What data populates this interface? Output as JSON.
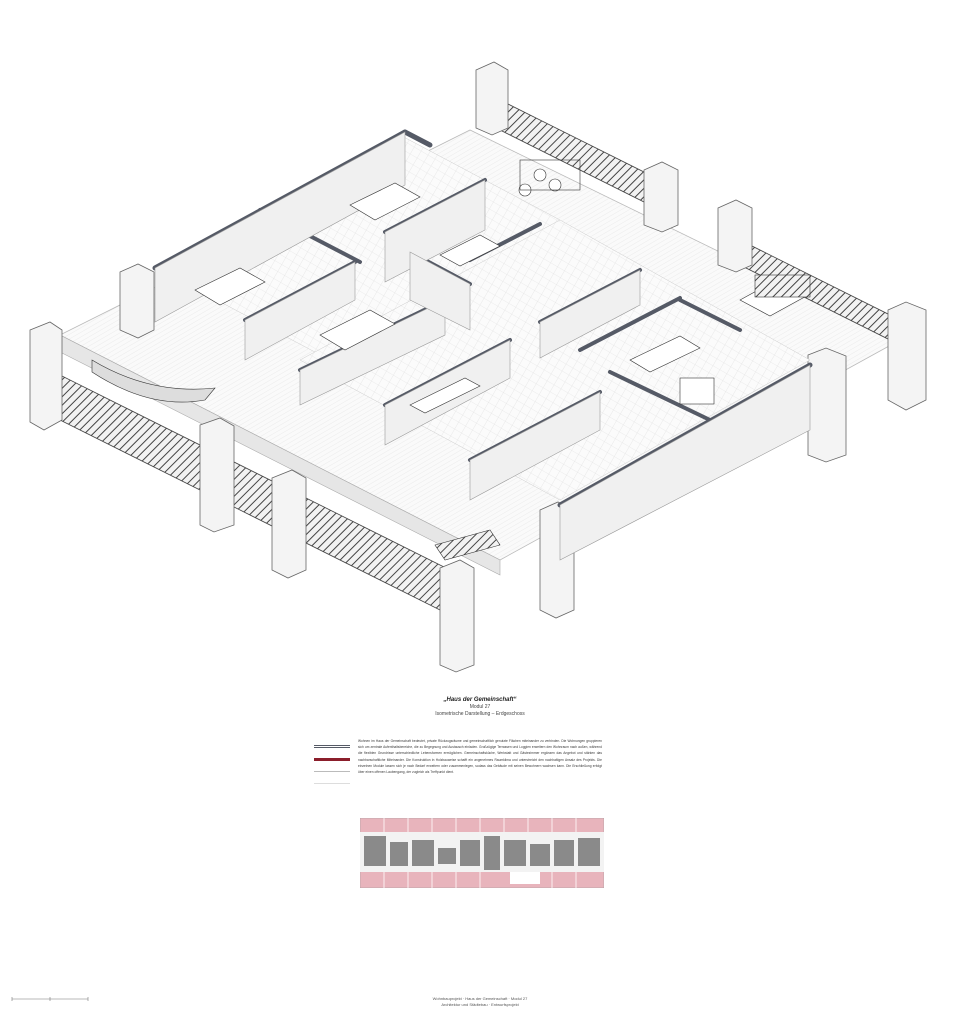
{
  "sheet": {
    "title": "„Haus der Gemeinschaft“",
    "subtitle": "Modul 27",
    "caption": "Isometrische Darstellung – Erdgeschoss",
    "description": "Wohnen im Haus der Gemeinschaft bedeutet, private Rückzugsräume und gemeinschaftlich genutzte Flächen miteinander zu verbinden. Die Wohnungen gruppieren sich um zentrale Aufenthaltsbereiche, die zu Begegnung und Austausch einladen. Großzügige Terrassen und Loggien erweitern den Wohnraum nach außen, während die flexiblen Grundrisse unterschiedliche Lebensformen ermöglichen. Gemeinschaftsküche, Werkstatt und Gästezimmer ergänzen das Angebot und stärken das nachbarschaftliche Miteinander. Die Konstruktion in Holzbauweise schafft ein angenehmes Raumklima und unterstreicht den nachhaltigen Ansatz des Projekts. Die einzelnen Module lassen sich je nach Bedarf erweitern oder zusammenlegen, sodass das Gebäude mit seinen Bewohnern wachsen kann. Die Erschließung erfolgt über einen offenen Laubengang, der zugleich als Treffpunkt dient.",
    "legend": [
      {
        "color": "#555a66"
      },
      {
        "color": "#8b1e2b"
      },
      {
        "color": "#bbbbbb"
      },
      {
        "color": "#dddddd"
      }
    ],
    "footer_line1": "Wohnbauprojekt · Haus der Gemeinschaft · Modul 27",
    "footer_line2": "Architektur und Städtebau · Entwurfsprojekt",
    "colors": {
      "wall": "#555a66",
      "accent": "#8b1e2b",
      "plan_terrace": "#e8b4bc",
      "plan_room": "#8a8a8a"
    }
  }
}
